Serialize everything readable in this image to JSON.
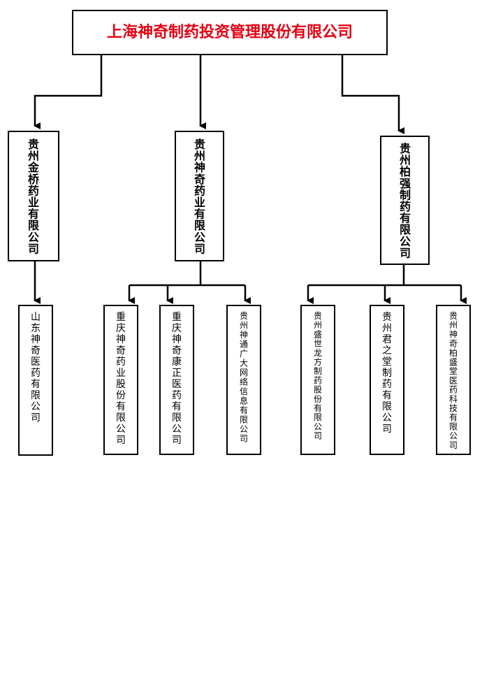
{
  "title": {
    "label": "上海神奇制药投资管理股份有限公司",
    "color": "#e60012"
  },
  "level2": [
    {
      "id": "jinqiao",
      "label": "贵州金桥药业有限公司"
    },
    {
      "id": "shenqi",
      "label": "贵州神奇药业有限公司"
    },
    {
      "id": "baiqiang",
      "label": "贵州柏强制药有限公司"
    }
  ],
  "level3": [
    {
      "parent": "jinqiao",
      "label": "山东神奇医药有限公司"
    },
    {
      "parent": "shenqi",
      "label": "重庆神奇药业股份有限公司"
    },
    {
      "parent": "shenqi",
      "label": "重庆神奇康正医药有限公司"
    },
    {
      "parent": "shenqi",
      "label": "贵州神通广大网络信息有限公司"
    },
    {
      "parent": "baiqiang",
      "label": "贵州盛世龙方制药股份有限公司"
    },
    {
      "parent": "baiqiang",
      "label": "贵州君之堂制药有限公司"
    },
    {
      "parent": "baiqiang",
      "label": "贵州神奇柏盛堂医药科技有限公司"
    }
  ]
}
